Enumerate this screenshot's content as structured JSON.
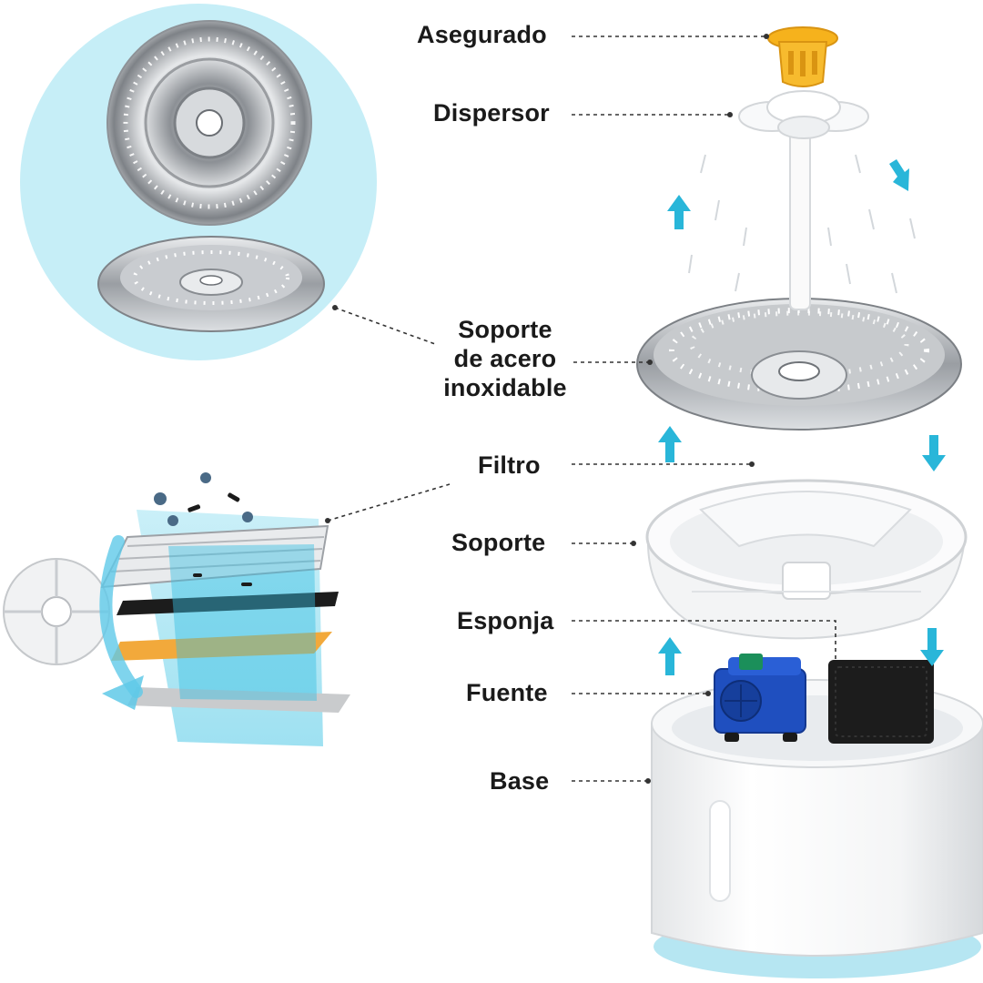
{
  "labels": {
    "asegurado": "Asegurado",
    "dispersor": "Dispersor",
    "soporte_acero_1": "Soporte",
    "soporte_acero_2": "de acero",
    "soporte_acero_3": "inoxidable",
    "filtro": "Filtro",
    "soporte": "Soporte",
    "esponja": "Esponja",
    "fuente": "Fuente",
    "base": "Base"
  },
  "colors": {
    "circle_bg": "#c6eef7",
    "arrow": "#29b6d9",
    "cap": "#f6b21c",
    "pump": "#1f4fbf",
    "sponge": "#1c1c1c",
    "filter_orange": "#f2a93b",
    "steel": "#b9bcc0",
    "leader": "#333333"
  }
}
